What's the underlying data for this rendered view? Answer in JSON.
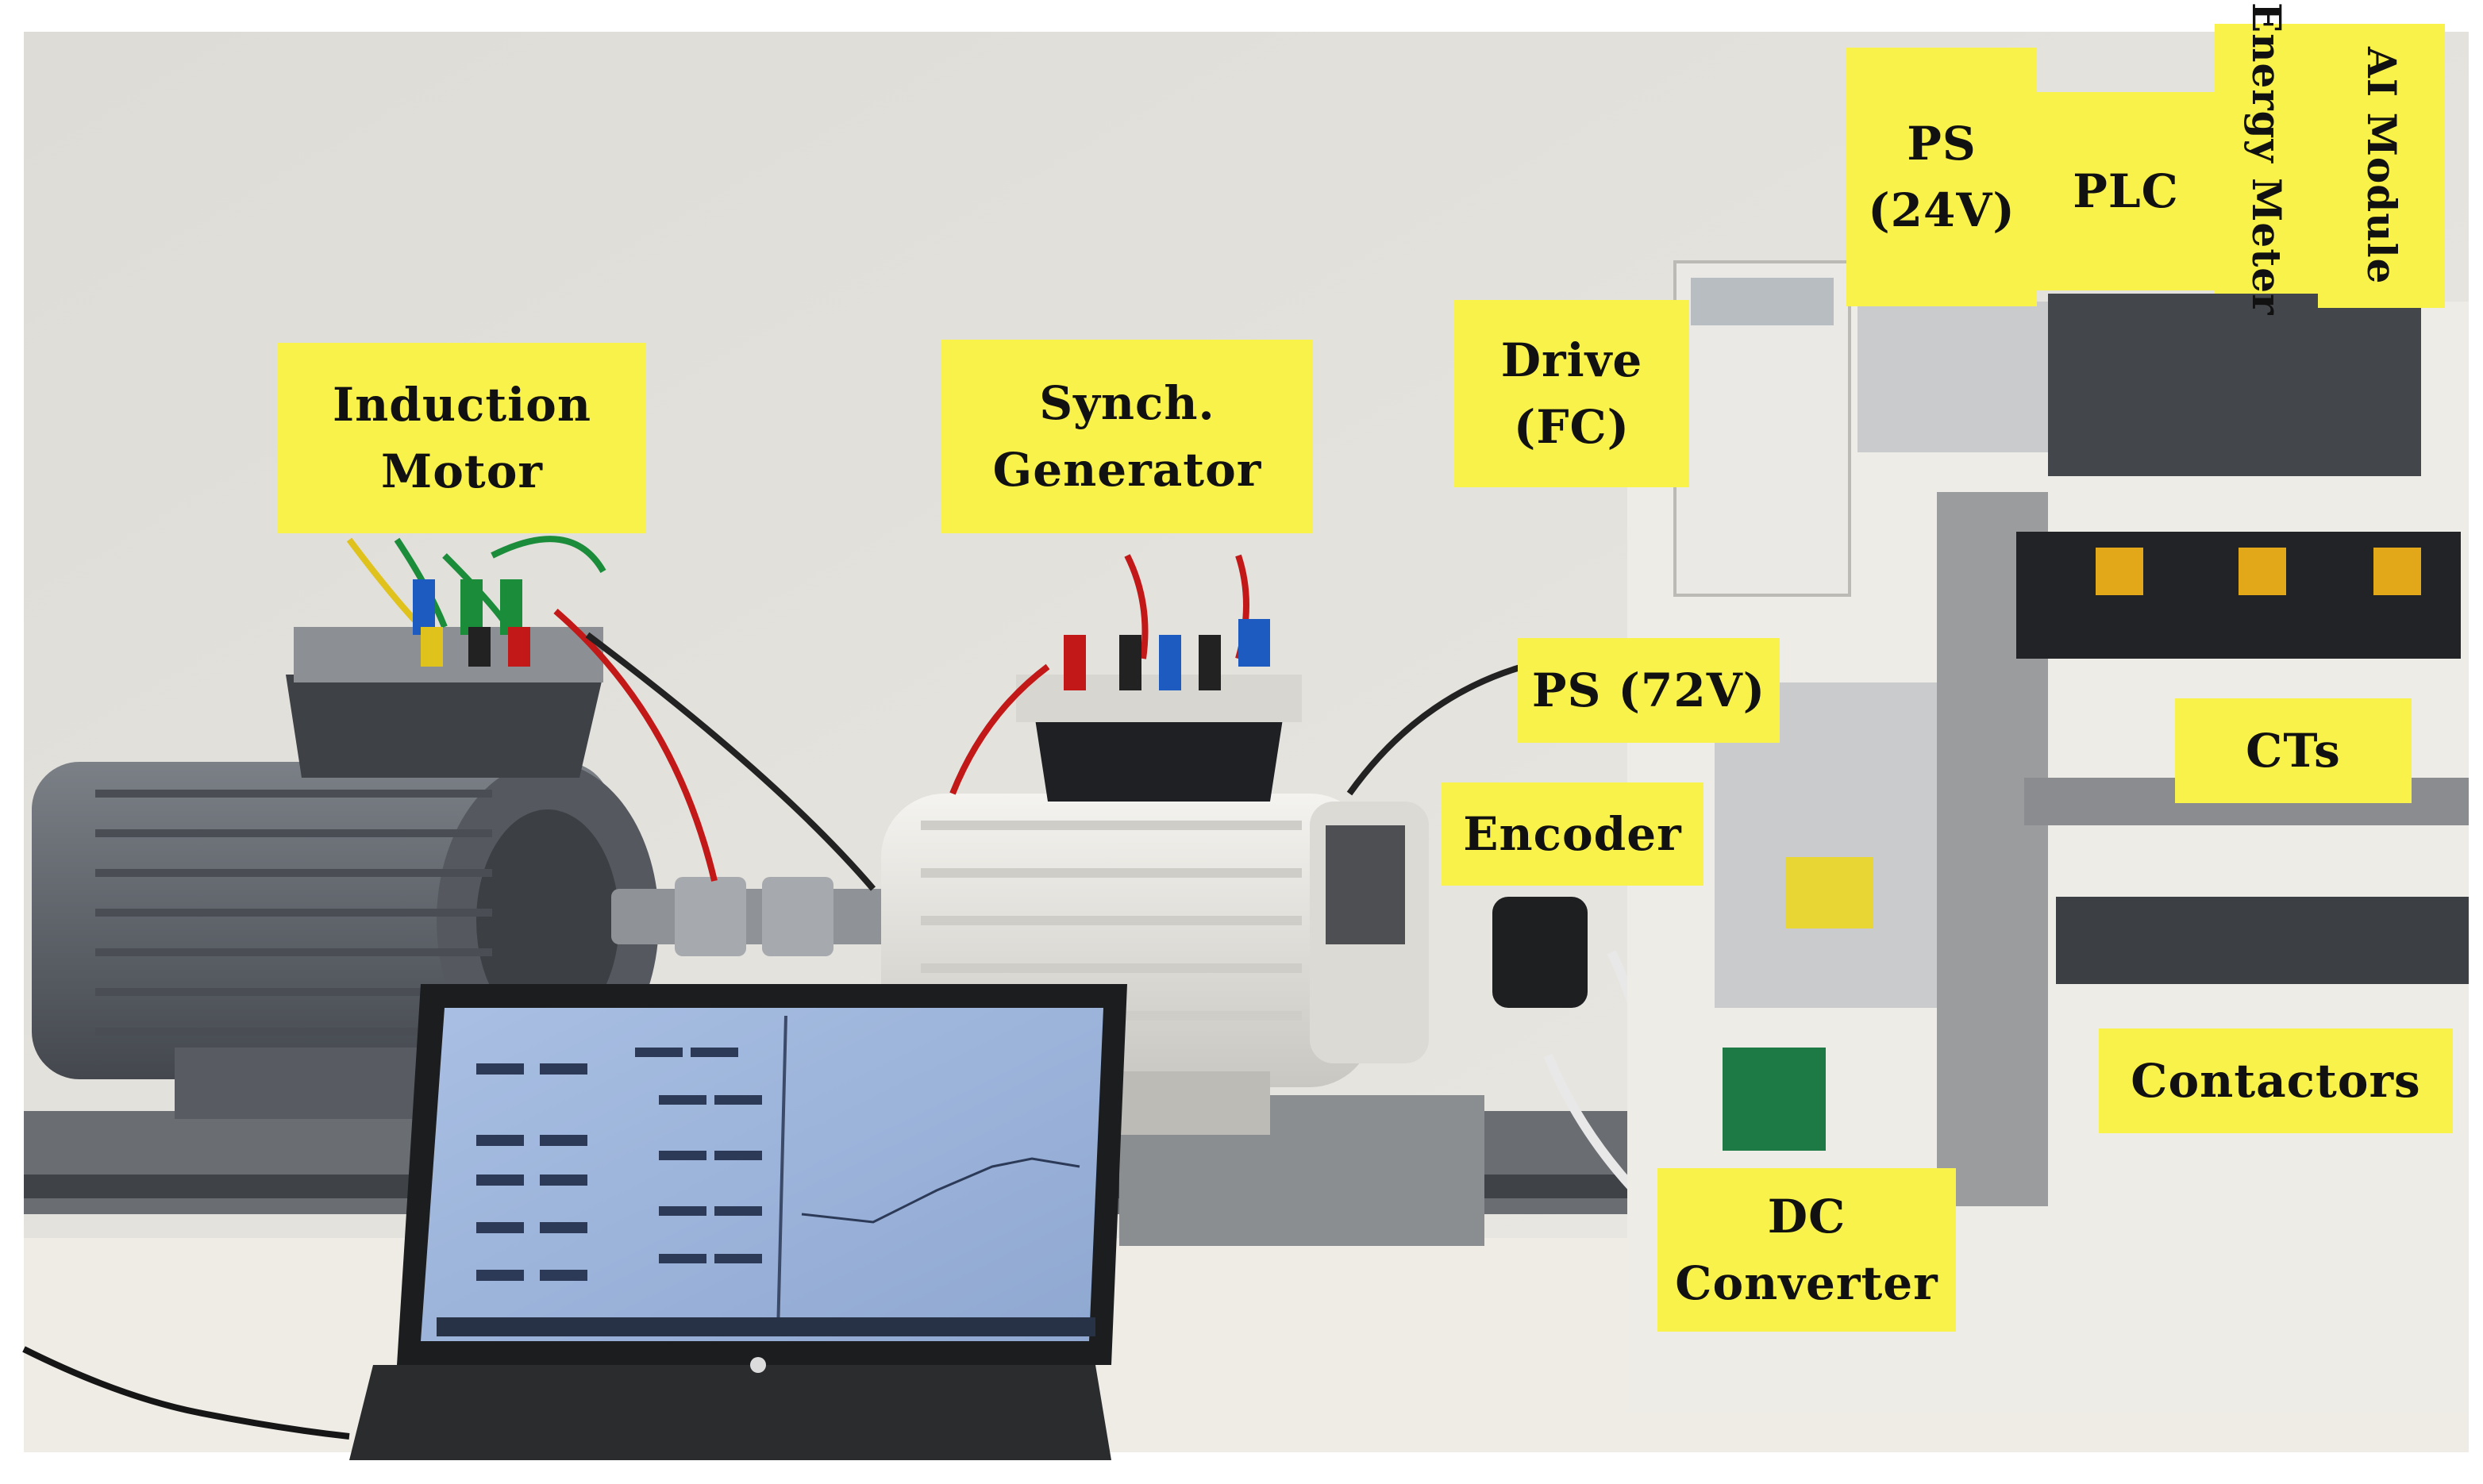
{
  "labels": {
    "induction_motor": [
      "Induction",
      "Motor"
    ],
    "synch_generator": [
      "Synch.",
      "Generator"
    ],
    "drive": [
      "Drive",
      "(FC)"
    ],
    "ps24": [
      "PS",
      "(24V)"
    ],
    "plc": [
      "PLC"
    ],
    "energy_meter": [
      "Energy Meter"
    ],
    "ai_module": [
      "AI Module"
    ],
    "ps72": [
      "PS (72V)"
    ],
    "encoder": [
      "Encoder"
    ],
    "cts": [
      "CTs"
    ],
    "contactors": [
      "Contactors"
    ],
    "dc_converter": [
      "DC",
      "Converter"
    ]
  },
  "colors": {
    "label_bg": "#f8f24a",
    "wall": "#e4e2dc",
    "table": "#efece6",
    "motor_gray": "#6c7076",
    "generator_white": "#e9e7e2",
    "laptop_screen": "#9fb6da"
  }
}
